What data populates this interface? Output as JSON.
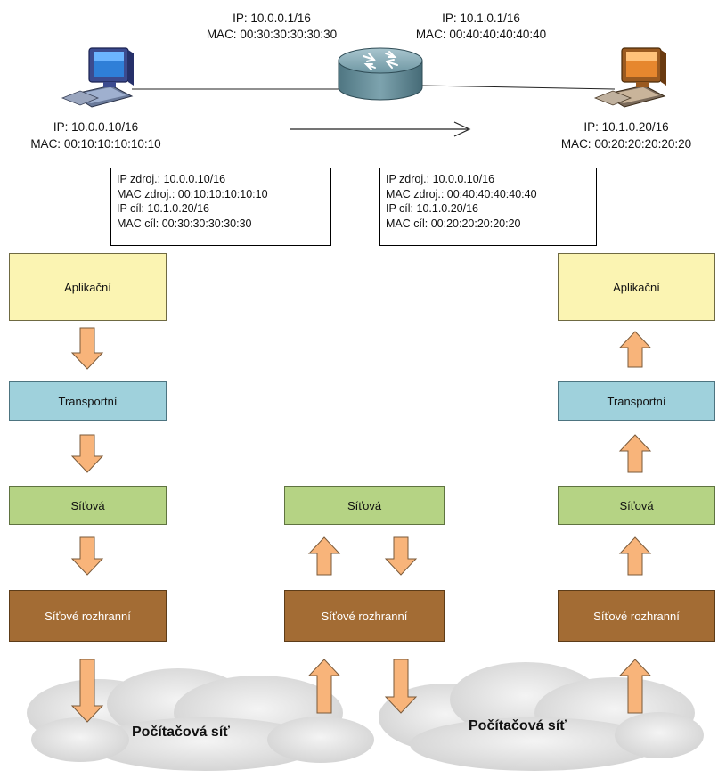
{
  "router": {
    "left_ip": "IP: 10.0.0.1/16",
    "left_mac": "MAC: 00:30:30:30:30:30",
    "right_ip": "IP: 10.1.0.1/16",
    "right_mac": "MAC: 00:40:40:40:40:40"
  },
  "host_left": {
    "ip": "IP: 10.0.0.10/16",
    "mac": "MAC: 00:10:10:10:10:10"
  },
  "host_right": {
    "ip": "IP: 10.1.0.20/16",
    "mac": "MAC: 00:20:20:20:20:20"
  },
  "packet_left": {
    "src_ip": "IP zdroj.: 10.0.0.10/16",
    "src_mac": "MAC zdroj.: 00:10:10:10:10:10",
    "dst_ip": "IP cíl: 10.1.0.20/16",
    "dst_mac": "MAC cíl: 00:30:30:30:30:30"
  },
  "packet_right": {
    "src_ip": "IP zdroj.: 10.0.0.10/16",
    "src_mac": "MAC zdroj.: 00:40:40:40:40:40",
    "dst_ip": "IP cíl: 10.1.0.20/16",
    "dst_mac": "MAC cíl: 00:20:20:20:20:20"
  },
  "layers": {
    "application": "Aplikační",
    "transport": "Transportní",
    "network": "Síťová",
    "interface": "Síťové rozhranní"
  },
  "networks": {
    "left": "Počítačová síť",
    "right": "Počítačová síť"
  },
  "colors": {
    "application": "#fbf4b2",
    "transport": "#9fd1dc",
    "network": "#b5d384",
    "interface": "#a36c34",
    "arrow": "#f8b47a"
  },
  "icons": {
    "left_host": "computer-icon",
    "right_host": "computer-icon",
    "router": "router-icon"
  }
}
